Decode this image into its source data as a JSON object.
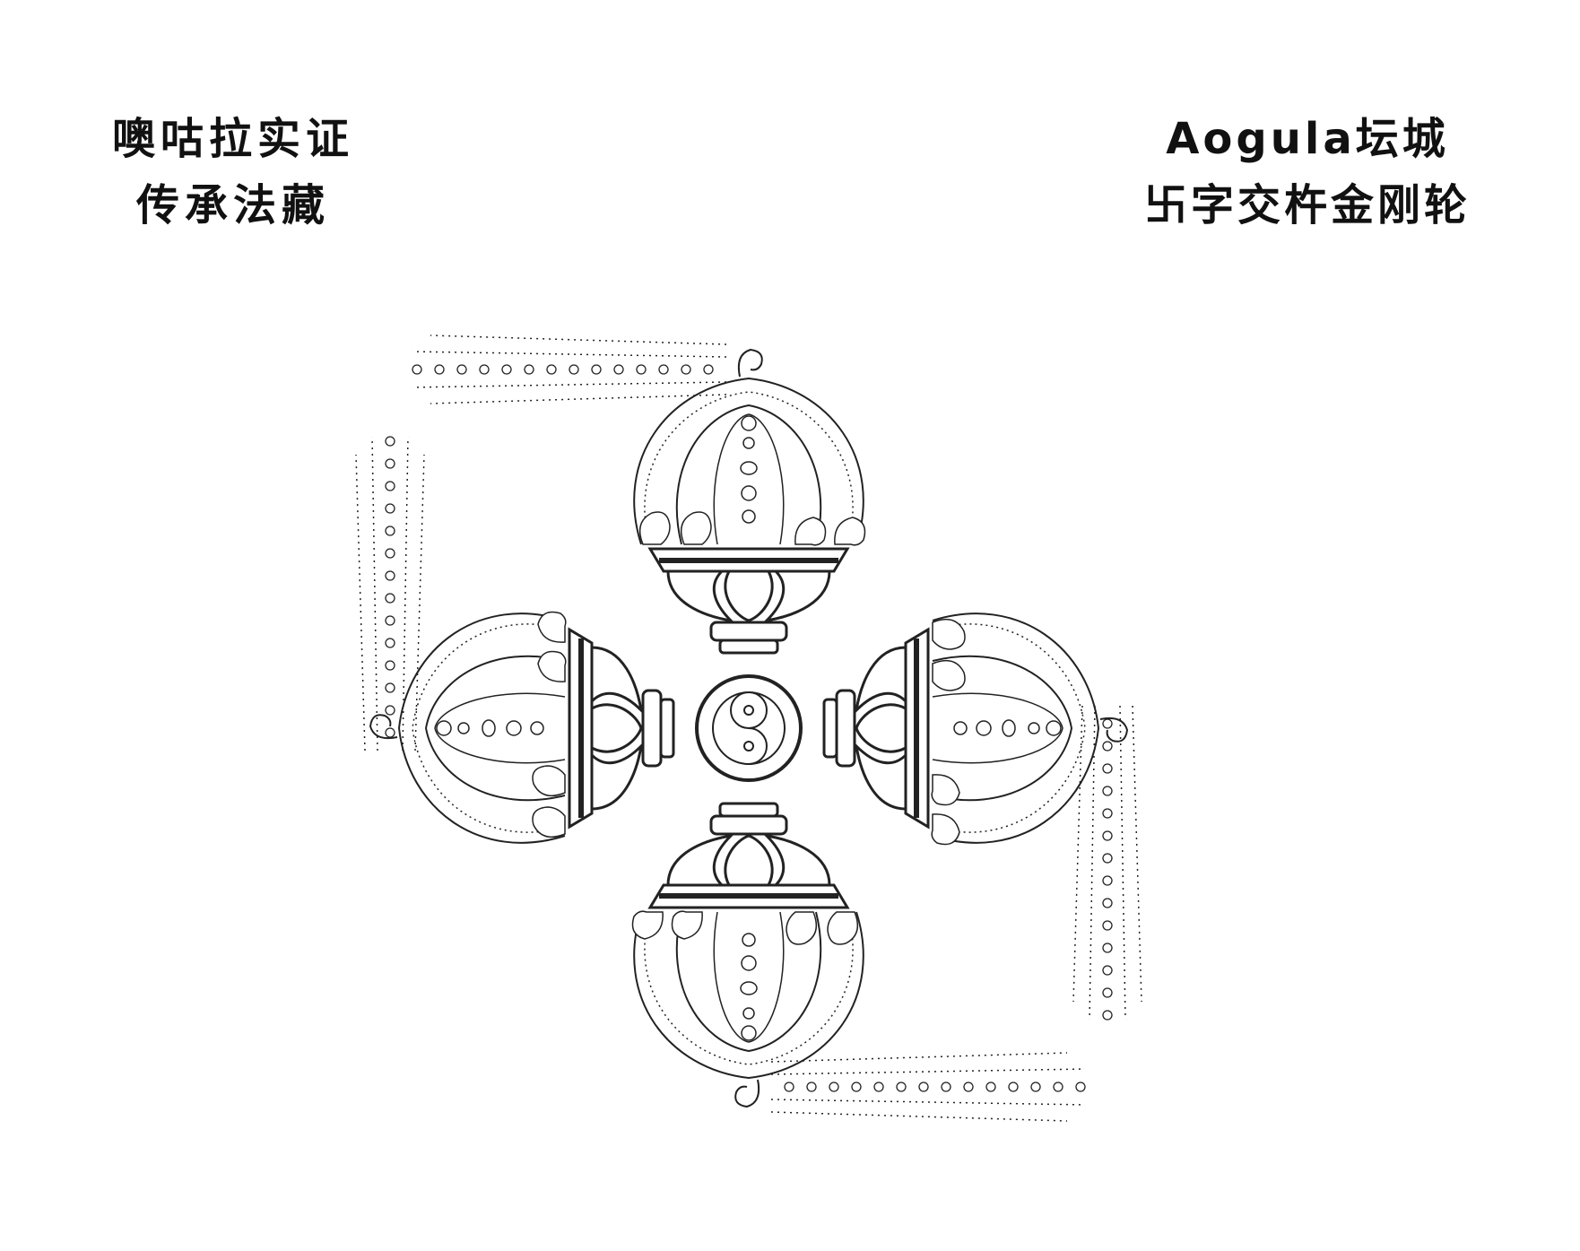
{
  "header": {
    "left_title": {
      "line1": "噢咕拉实证",
      "line2": "传承法藏"
    },
    "right_title": {
      "line1": "Aogula坛城",
      "line2": "卐字交杵金刚轮"
    }
  },
  "emblem": {
    "name": "crossed-vajra-swastika-wheel",
    "center_symbol": "yin-yang",
    "arms": 4,
    "ink_color": "#222222",
    "background_color": "#ffffff"
  }
}
